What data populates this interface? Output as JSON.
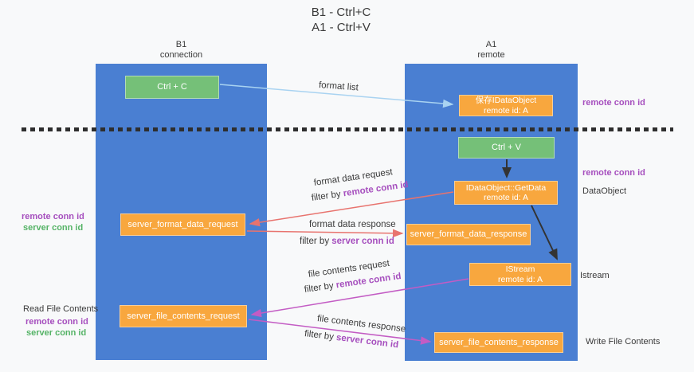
{
  "title": {
    "line1": "B1 - Ctrl+C",
    "line2": "A1 - Ctrl+V"
  },
  "lanes": {
    "b1": {
      "title": "B1",
      "subtitle": "connection"
    },
    "a1": {
      "title": "A1",
      "subtitle": "remote"
    }
  },
  "nodes": {
    "ctrl_c": {
      "label": "Ctrl + C"
    },
    "save_idataobject": {
      "line1": "保存IDataObject",
      "line2": "remote id: A"
    },
    "ctrl_v": {
      "label": "Ctrl + V"
    },
    "getdata": {
      "line1": "IDataObject::GetData",
      "line2": "remote id: A"
    },
    "format_request": {
      "label": "server_format_data_request"
    },
    "format_response": {
      "label": "server_format_data_response"
    },
    "istream": {
      "line1": "IStream",
      "line2": "remote id: A"
    },
    "file_request": {
      "label": "server_file_contents_request"
    },
    "file_response": {
      "label": "server_file_contents_response"
    }
  },
  "edge_labels": {
    "format_list": "format list",
    "format_data_request": "format data request",
    "filter_remote_1": {
      "prefix": "filter by ",
      "id": "remote conn id"
    },
    "format_data_response": "format data response",
    "filter_server_1": {
      "prefix": "filter by ",
      "id": "server conn id"
    },
    "file_contents_request": "file contents request",
    "filter_remote_2": {
      "prefix": "filter by ",
      "id": "remote conn id"
    },
    "file_contents_response": "file contents response",
    "filter_server_2": {
      "prefix": "filter by ",
      "id": "server conn id"
    }
  },
  "side_labels": {
    "right_remote_conn_top": "remote conn id",
    "right_remote_conn_mid": "remote conn id",
    "dataobject": "DataObject",
    "istream": "Istream",
    "write_file_contents": "Write File Contents",
    "left_remote_conn_1": "remote conn id",
    "left_server_conn_1": "server conn id",
    "read_file_contents": "Read File Contents",
    "left_remote_conn_2": "remote conn id",
    "left_server_conn_2": "server conn id"
  },
  "colors": {
    "lane_blue": "#4a7fd2",
    "node_orange": "#f8a73e",
    "node_green": "#75c078",
    "arrow_red": "#e8736e",
    "arrow_magenta": "#c35cc4",
    "arrow_blue": "#a9d3f1",
    "arrow_black": "#333333",
    "label_purple": "#a64fbe",
    "label_green": "#55b366",
    "text_dark": "#3a3a3a",
    "background": "#f8f9fa"
  }
}
